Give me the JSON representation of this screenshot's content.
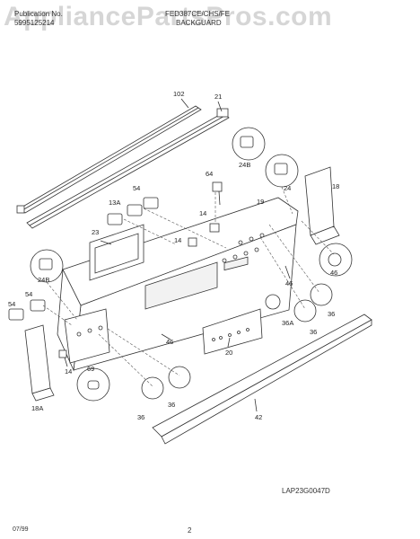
{
  "header": {
    "publication_label": "Publication No.",
    "publication_number": "5995125214",
    "model": "FED387CE/CHS/FE",
    "section": "BACKGUARD",
    "watermark": "AppliancePartsPros.com"
  },
  "callouts": {
    "c102": "102",
    "c21": "21",
    "c24B_top": "24B",
    "c24": "24",
    "c18": "18",
    "c64": "64",
    "c54_top": "54",
    "c13A": "13A",
    "c19": "19",
    "c14_mid": "14",
    "c23": "23",
    "c14_lower": "14",
    "c46_right": "46",
    "c46_mid": "46",
    "c24B_left": "24B",
    "c54_left": "54",
    "c54_far": "54",
    "c36A": "36A",
    "c36_r1": "36",
    "c36_r2": "36",
    "c46_lower": "46",
    "c20": "20",
    "c14_left": "14",
    "c69": "69",
    "c18A": "18A",
    "c36_b1": "36",
    "c36_b2": "36",
    "c42": "42"
  },
  "footer": {
    "drawing_code": "LAP23G0047D",
    "date": "07/99",
    "page": "2"
  }
}
